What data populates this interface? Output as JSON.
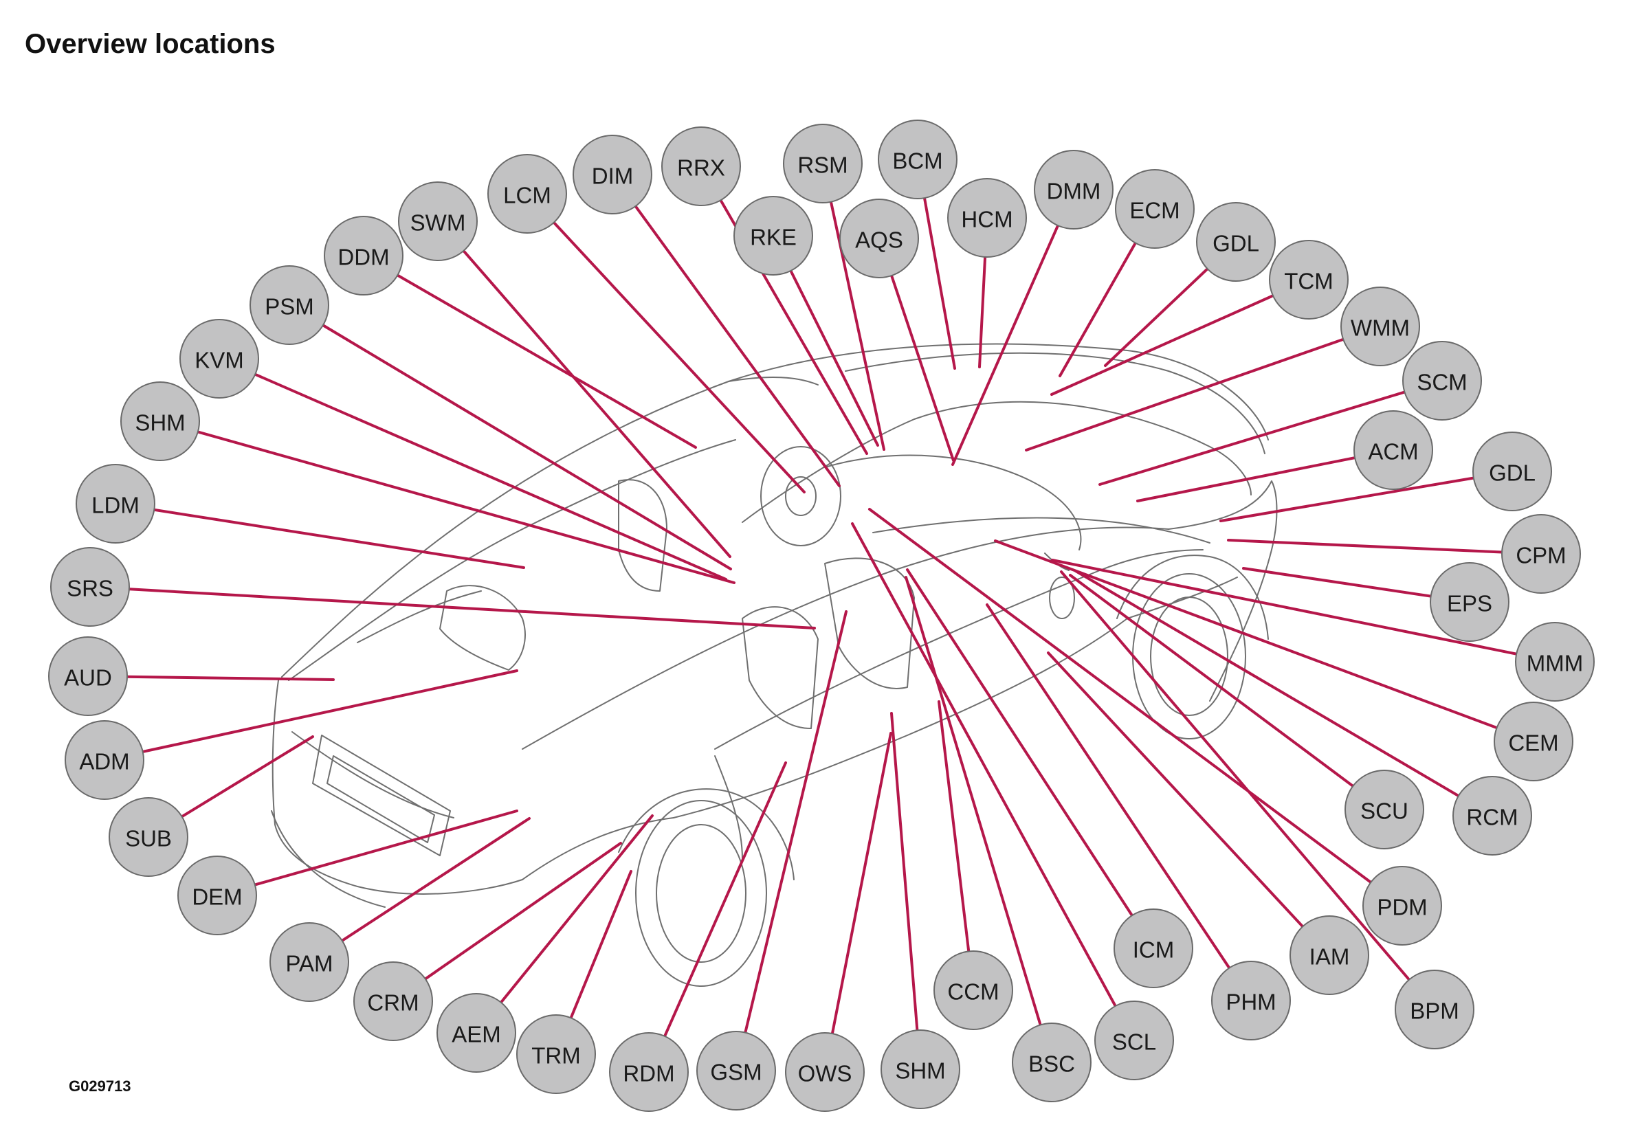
{
  "title": "Overview locations",
  "figure_id": "G029713",
  "colors": {
    "leader": "#b5174a",
    "badge_fill": "#c2c2c3",
    "badge_stroke": "#6a6a6a",
    "outline": "#6f6f6f",
    "text": "#1a1a1a"
  },
  "modules": [
    {
      "label": "RSM"
    },
    {
      "label": "BCM"
    },
    {
      "label": "RRX"
    },
    {
      "label": "DIM"
    },
    {
      "label": "LCM"
    },
    {
      "label": "SWM"
    },
    {
      "label": "DDM"
    },
    {
      "label": "PSM"
    },
    {
      "label": "KVM"
    },
    {
      "label": "SHM"
    },
    {
      "label": "LDM"
    },
    {
      "label": "SRS"
    },
    {
      "label": "AUD"
    },
    {
      "label": "ADM"
    },
    {
      "label": "SUB"
    },
    {
      "label": "DEM"
    },
    {
      "label": "PAM"
    },
    {
      "label": "CRM"
    },
    {
      "label": "AEM"
    },
    {
      "label": "TRM"
    },
    {
      "label": "RDM"
    },
    {
      "label": "GSM"
    },
    {
      "label": "OWS"
    },
    {
      "label": "SHM"
    },
    {
      "label": "BSC"
    },
    {
      "label": "SCL"
    },
    {
      "label": "CCM"
    },
    {
      "label": "ICM"
    },
    {
      "label": "PHM"
    },
    {
      "label": "IAM"
    },
    {
      "label": "BPM"
    },
    {
      "label": "PDM"
    },
    {
      "label": "RCM"
    },
    {
      "label": "SCU"
    },
    {
      "label": "CEM"
    },
    {
      "label": "MMM"
    },
    {
      "label": "EPS"
    },
    {
      "label": "CPM"
    },
    {
      "label": "GDL"
    },
    {
      "label": "ACM"
    },
    {
      "label": "SCM"
    },
    {
      "label": "WMM"
    },
    {
      "label": "TCM"
    },
    {
      "label": "GDL"
    },
    {
      "label": "ECM"
    },
    {
      "label": "DMM"
    },
    {
      "label": "HCM"
    },
    {
      "label": "AQS"
    },
    {
      "label": "RKE"
    }
  ]
}
